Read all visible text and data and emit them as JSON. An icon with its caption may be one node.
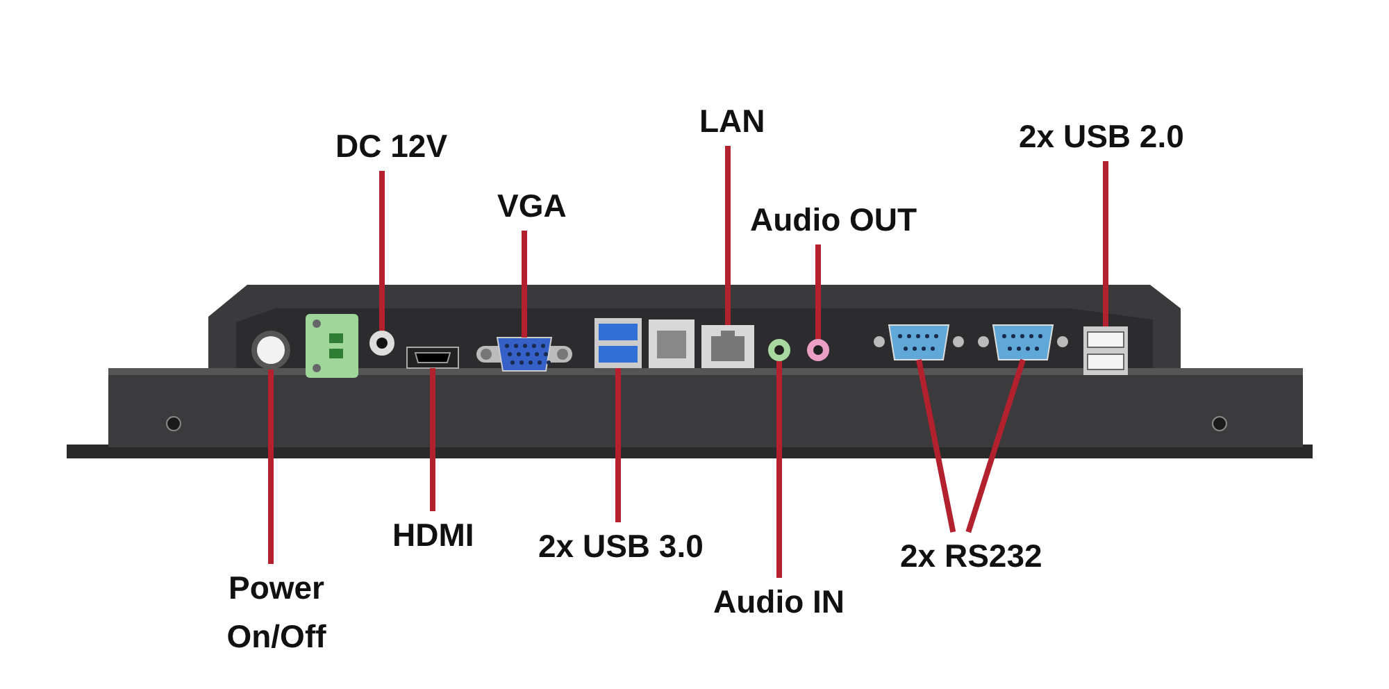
{
  "diagram": {
    "nodes": [
      {
        "text": [
          "DC 12V"
        ]
      },
      {
        "text": [
          "LAN"
        ]
      },
      {
        "text": [
          "2x USB 2.0"
        ]
      },
      {
        "text": [
          "VGA"
        ]
      },
      {
        "text": [
          "Audio OUT"
        ]
      },
      {
        "text": [
          "HDMI"
        ]
      },
      {
        "text": [
          "2x USB 3.0"
        ]
      },
      {
        "text": [
          "2x RS232"
        ]
      },
      {
        "text": [
          "Power On/Off"
        ]
      },
      {
        "text": [
          "Audio IN"
        ]
      },
      {
        "text": [],
        "shape": "picture"
      },
      {
        "text": [],
        "shape": "picture"
      },
      {
        "text": [],
        "shape": "picture"
      },
      {
        "text": [],
        "shape": "picture"
      },
      {
        "text": [],
        "shape": "picture"
      },
      {
        "text": [],
        "shape": "picture"
      },
      {
        "text": [],
        "shape": "picture"
      },
      {
        "text": [],
        "shape": "picture"
      },
      {
        "text": [],
        "shape": "picture"
      },
      {
        "text": [],
        "shape": "picture"
      },
      {
        "text": [],
        "shape": "picture"
      }
    ],
    "edges": [
      {
        "from": 0,
        "to": 11,
        "arrow": "none"
      },
      {
        "from": 1,
        "to": 15,
        "arrow": "none"
      },
      {
        "from": 2,
        "to": 20,
        "arrow": "none"
      },
      {
        "from": 3,
        "to": 13,
        "arrow": "none"
      },
      {
        "from": 4,
        "to": 17,
        "arrow": "none"
      },
      {
        "from": 5,
        "to": 12,
        "arrow": "none"
      },
      {
        "from": 6,
        "to": 14,
        "arrow": "none"
      },
      {
        "from": 7,
        "to": 18,
        "arrow": "none"
      },
      {
        "from": 7,
        "to": 19,
        "arrow": "none"
      },
      {
        "from": 8,
        "to": 10,
        "arrow": "none"
      },
      {
        "from": 9,
        "to": 16,
        "arrow": "none"
      }
    ]
  }
}
